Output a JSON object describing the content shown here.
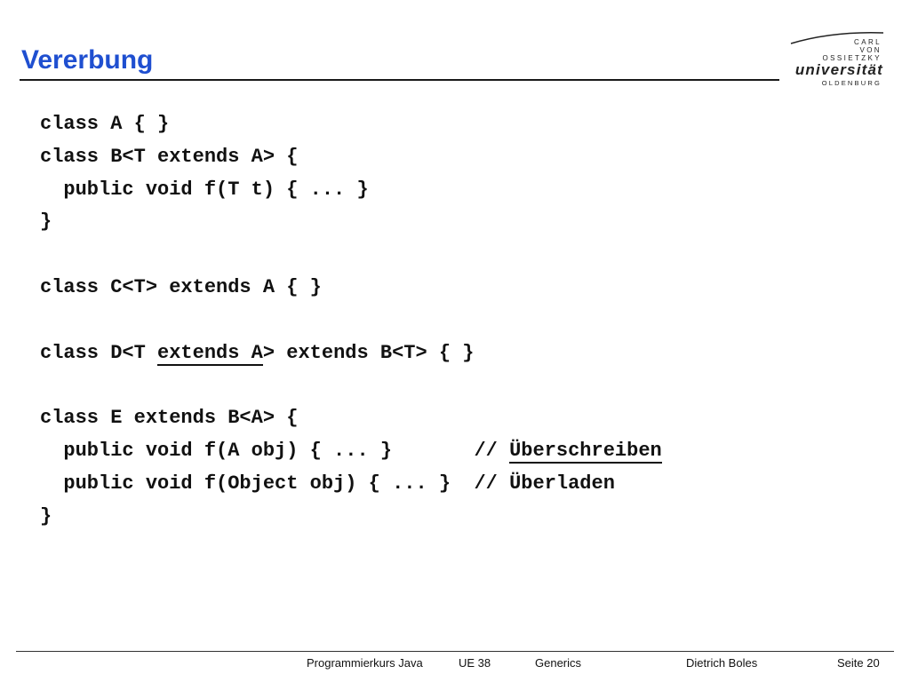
{
  "slide": {
    "title": "Vererbung"
  },
  "logo": {
    "line1": "CARL",
    "line2": "VON",
    "line3": "OSSIETZKY",
    "line4": "universität",
    "line5": "OLDENBURG"
  },
  "code": {
    "l1": "class A { }",
    "l2": "class B<T extends A> {",
    "l3": "  public void f(T t) { ... }",
    "l4": "}",
    "l5": "",
    "l6": "class C<T> extends A { }",
    "l7": "",
    "l8_a": "class D<T ",
    "l8_b": "extends A",
    "l8_c": "> extends B<T> { }",
    "l9": "",
    "l10": "class E extends B<A> {",
    "l11_a": "  public void f(A obj) { ... }       // ",
    "l11_b": "Überschreiben",
    "l12": "  public void f(Object obj) { ... }  // Überladen",
    "l13": "}"
  },
  "footer": {
    "course": "Programmierkurs Java",
    "unit": "UE 38",
    "topic": "Generics",
    "author": "Dietrich Boles",
    "page": "Seite 20"
  }
}
